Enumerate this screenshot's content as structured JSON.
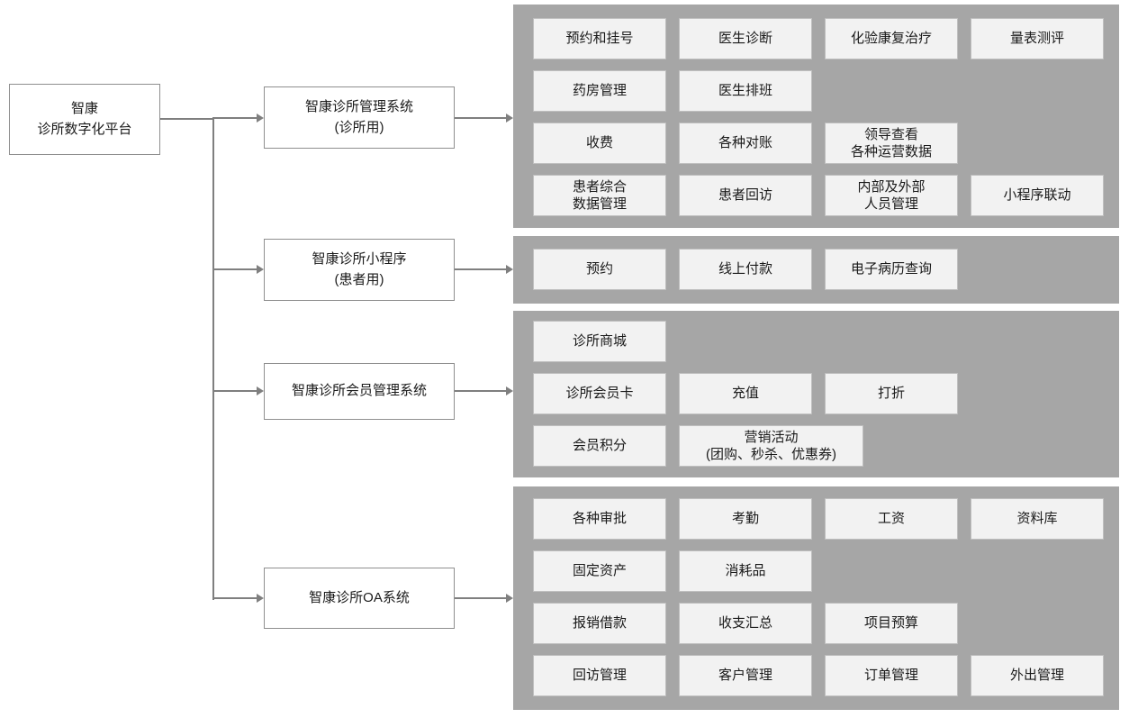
{
  "colors": {
    "panel_bg": "#a6a6a6",
    "item_bg": "#f2f2f2",
    "item_border": "#bfbfbf",
    "node_bg": "#ffffff",
    "node_border": "#8f8f8f",
    "line": "#7f7f7f",
    "text": "#1a1a1a"
  },
  "root": {
    "lines": [
      "智康",
      "诊所数字化平台"
    ]
  },
  "branches": [
    {
      "node": {
        "lines": [
          "智康诊所管理系统",
          "(诊所用)"
        ]
      },
      "panel_rows": [
        [
          {
            "lines": [
              "预约和挂号"
            ]
          },
          {
            "lines": [
              "医生诊断"
            ]
          },
          {
            "lines": [
              "化验康复治疗"
            ]
          },
          {
            "lines": [
              "量表测评"
            ]
          }
        ],
        [
          {
            "lines": [
              "药房管理"
            ]
          },
          {
            "lines": [
              "医生排班"
            ]
          }
        ],
        [
          {
            "lines": [
              "收费"
            ]
          },
          {
            "lines": [
              "各种对账"
            ]
          },
          {
            "lines": [
              "领导查看",
              "各种运营数据"
            ]
          }
        ],
        [
          {
            "lines": [
              "患者综合",
              "数据管理"
            ]
          },
          {
            "lines": [
              "患者回访"
            ]
          },
          {
            "lines": [
              "内部及外部",
              "人员管理"
            ]
          },
          {
            "lines": [
              "小程序联动"
            ]
          }
        ]
      ]
    },
    {
      "node": {
        "lines": [
          "智康诊所小程序",
          "(患者用)"
        ]
      },
      "panel_rows": [
        [
          {
            "lines": [
              "预约"
            ]
          },
          {
            "lines": [
              "线上付款"
            ]
          },
          {
            "lines": [
              "电子病历查询"
            ]
          }
        ]
      ]
    },
    {
      "node": {
        "lines": [
          "智康诊所会员管理系统"
        ]
      },
      "panel_rows": [
        [
          {
            "lines": [
              "诊所商城"
            ]
          }
        ],
        [
          {
            "lines": [
              "诊所会员卡"
            ]
          },
          {
            "lines": [
              "充值"
            ]
          },
          {
            "lines": [
              "打折"
            ]
          }
        ],
        [
          {
            "lines": [
              "会员积分"
            ]
          },
          {
            "lines": [
              "营销活动",
              "(团购、秒杀、优惠券)"
            ],
            "wide": true
          }
        ]
      ]
    },
    {
      "node": {
        "lines": [
          "智康诊所OA系统"
        ]
      },
      "panel_rows": [
        [
          {
            "lines": [
              "各种审批"
            ]
          },
          {
            "lines": [
              "考勤"
            ]
          },
          {
            "lines": [
              "工资"
            ]
          },
          {
            "lines": [
              "资料库"
            ]
          }
        ],
        [
          {
            "lines": [
              "固定资产"
            ]
          },
          {
            "lines": [
              "消耗品"
            ]
          }
        ],
        [
          {
            "lines": [
              "报销借款"
            ]
          },
          {
            "lines": [
              "收支汇总"
            ]
          },
          {
            "lines": [
              "项目预算"
            ]
          }
        ],
        [
          {
            "lines": [
              "回访管理"
            ]
          },
          {
            "lines": [
              "客户管理"
            ]
          },
          {
            "lines": [
              "订单管理"
            ]
          },
          {
            "lines": [
              "外出管理"
            ]
          }
        ]
      ]
    }
  ]
}
